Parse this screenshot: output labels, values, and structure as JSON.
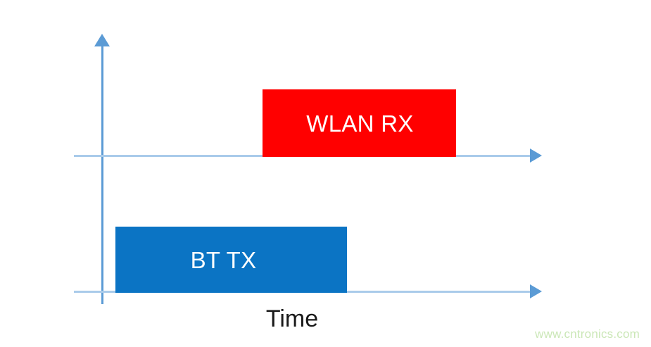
{
  "figure": {
    "type": "timing-diagram",
    "background_color": "#FFFFFF",
    "axis_label": "Time",
    "watermark": "www.cntronics.com",
    "watermark_color": "#CBE7B7"
  },
  "axes": {
    "vertical": {
      "name": "amplitude-axis",
      "color": "#5B9BD5",
      "arrow": "up"
    },
    "horizontal_top": {
      "name": "wlan-time-axis",
      "color": "#A9CBEA",
      "arrow": "right"
    },
    "horizontal_bottom": {
      "name": "bt-time-axis",
      "color": "#A9CBEA",
      "arrow": "right"
    }
  },
  "chart_data": {
    "type": "timing-diagram",
    "title": "",
    "xlabel": "Time",
    "ylabel": "",
    "grid": false,
    "legend": "none",
    "xlim": [
      0,
      100
    ],
    "series": [
      {
        "name": "WLAN RX",
        "label": "WLAN RX",
        "color": "#FF0000",
        "text_color": "#FFFFFF",
        "track": "top",
        "start": 43,
        "end": 82,
        "active": true
      },
      {
        "name": "BT TX",
        "label": "BT TX",
        "color": "#0B74C4",
        "text_color": "#FFFFFF",
        "track": "bottom",
        "start": 9,
        "end": 58,
        "active": true
      }
    ]
  }
}
